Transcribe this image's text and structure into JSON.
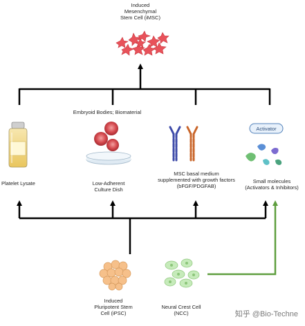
{
  "top_output": {
    "label": "Induced\nMesenchymal\nStem Cell (iMSC)"
  },
  "methods": {
    "platelet_lysate": {
      "label": "Platelet Lysate"
    },
    "culture_dish": {
      "label": "Low-Adherent\nCulture Dish",
      "group_label": "Embryoid Bodies; Biomaterial"
    },
    "growth_factors": {
      "label": "MSC basal medium\nsupplemented with growth factors\n(bFGF/PDGFAB)"
    },
    "small_molecules": {
      "label": "Small molecules\n(Activators & Inhibitors)",
      "badge": "Activator"
    }
  },
  "sources": {
    "ipsc": {
      "label": "Induced\nPluripotent Stem\nCell (iPSC)"
    },
    "ncc": {
      "label": "Neural Crest Cell\n(NCC)"
    }
  },
  "watermark": "知乎 @Bio-Techne",
  "colors": {
    "arrow": "#000000",
    "ncc_arrow": "#5e9e3e",
    "msc_cells": "#e8525a",
    "ipsc_cells": "#f6c08a",
    "ncc_cells": "#b4e3a6",
    "antibody_blue": "#3d4aa8",
    "antibody_orange": "#c9652a"
  }
}
